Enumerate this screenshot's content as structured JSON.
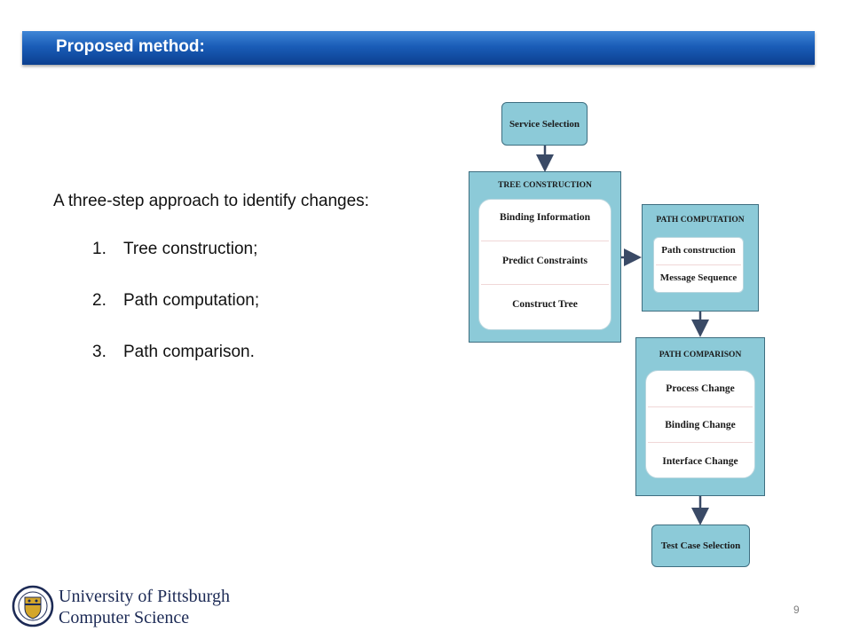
{
  "slide": {
    "title": "Proposed method:",
    "intro": "A three-step approach to identify changes:",
    "steps": [
      {
        "num": "1.",
        "text": "Tree construction;"
      },
      {
        "num": "2.",
        "text": "Path computation;"
      },
      {
        "num": "3.",
        "text": "Path comparison."
      }
    ],
    "page_number": "9"
  },
  "diagram": {
    "service_selection": "Service Selection",
    "tree": {
      "header": "TREE CONSTRUCTION",
      "items": [
        "Binding Information",
        "Predict Constraints",
        "Construct Tree"
      ]
    },
    "path_computation": {
      "header": "PATH COMPUTATION",
      "items": [
        "Path construction",
        "Message Sequence"
      ]
    },
    "path_comparison": {
      "header": "PATH COMPARISON",
      "items": [
        "Process Change",
        "Binding Change",
        "Interface Change"
      ]
    },
    "test_case_selection": "Test Case Selection"
  },
  "footer": {
    "line1": "University of Pittsburgh",
    "line2": "Computer Science"
  },
  "colors": {
    "title_bar": "#1a5db8",
    "box_fill": "#8ccad8",
    "arrow": "#3a4a66"
  }
}
